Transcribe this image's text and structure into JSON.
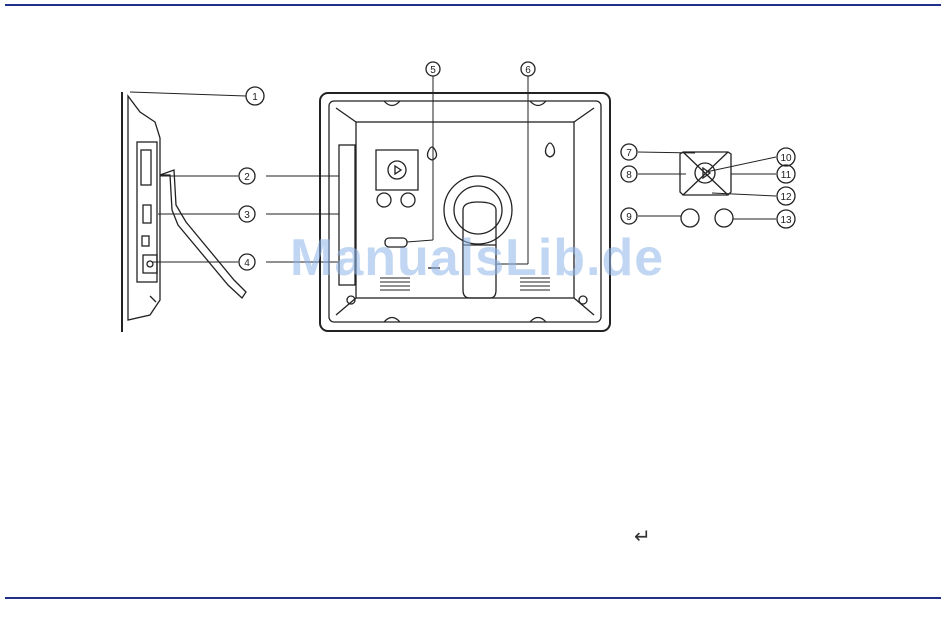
{
  "page": {
    "rule_color": "#1f2f8a",
    "watermark": "ManualsLib.de"
  },
  "callouts": {
    "c1": "1",
    "c2": "2",
    "c3": "3",
    "c4": "4",
    "c5": "5",
    "c6": "6",
    "c7": "7",
    "c8": "8",
    "c9": "9",
    "c10": "10",
    "c11": "11",
    "c12": "12",
    "c13": "13"
  },
  "enter_glyph": "↵"
}
